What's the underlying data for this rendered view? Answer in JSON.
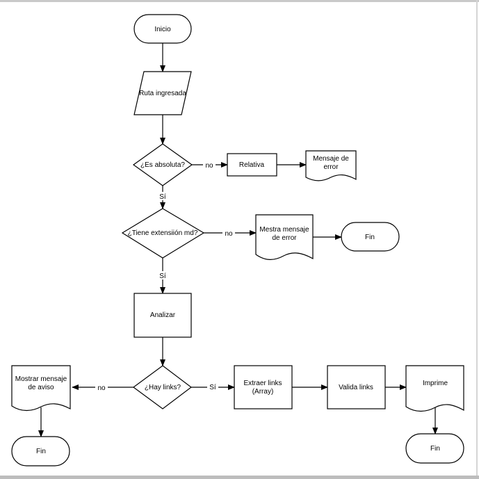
{
  "nodes": {
    "inicio": "Inicio",
    "ruta": "Ruta ingresada",
    "es_absoluta": "¿Es absoluta?",
    "relativa": "Relativa",
    "mensaje_error_1": "Mensaje de",
    "mensaje_error_2": "error",
    "tiene_md": "¿Tiene extensiión md?",
    "mestra_1": "Mestra mensaje",
    "mestra_2": "de error",
    "fin_1": "Fin",
    "analizar": "Analizar",
    "hay_links": "¿Hay links?",
    "aviso_1": "Mostrar mensaje",
    "aviso_2": "de aviso",
    "fin_2": "Fin",
    "extraer_1": "Extraer links",
    "extraer_2": "(Array)",
    "valida": "Valida links",
    "imprime": "Imprime",
    "fin_3": "Fin"
  },
  "edge_labels": {
    "no_relativa": "no",
    "si_md": "Sí",
    "no_md": "no",
    "si_analizar": "Sí",
    "no_links": "no",
    "si_links": "Sí"
  },
  "colors": {
    "stroke": "#000000",
    "fill": "#ffffff"
  }
}
